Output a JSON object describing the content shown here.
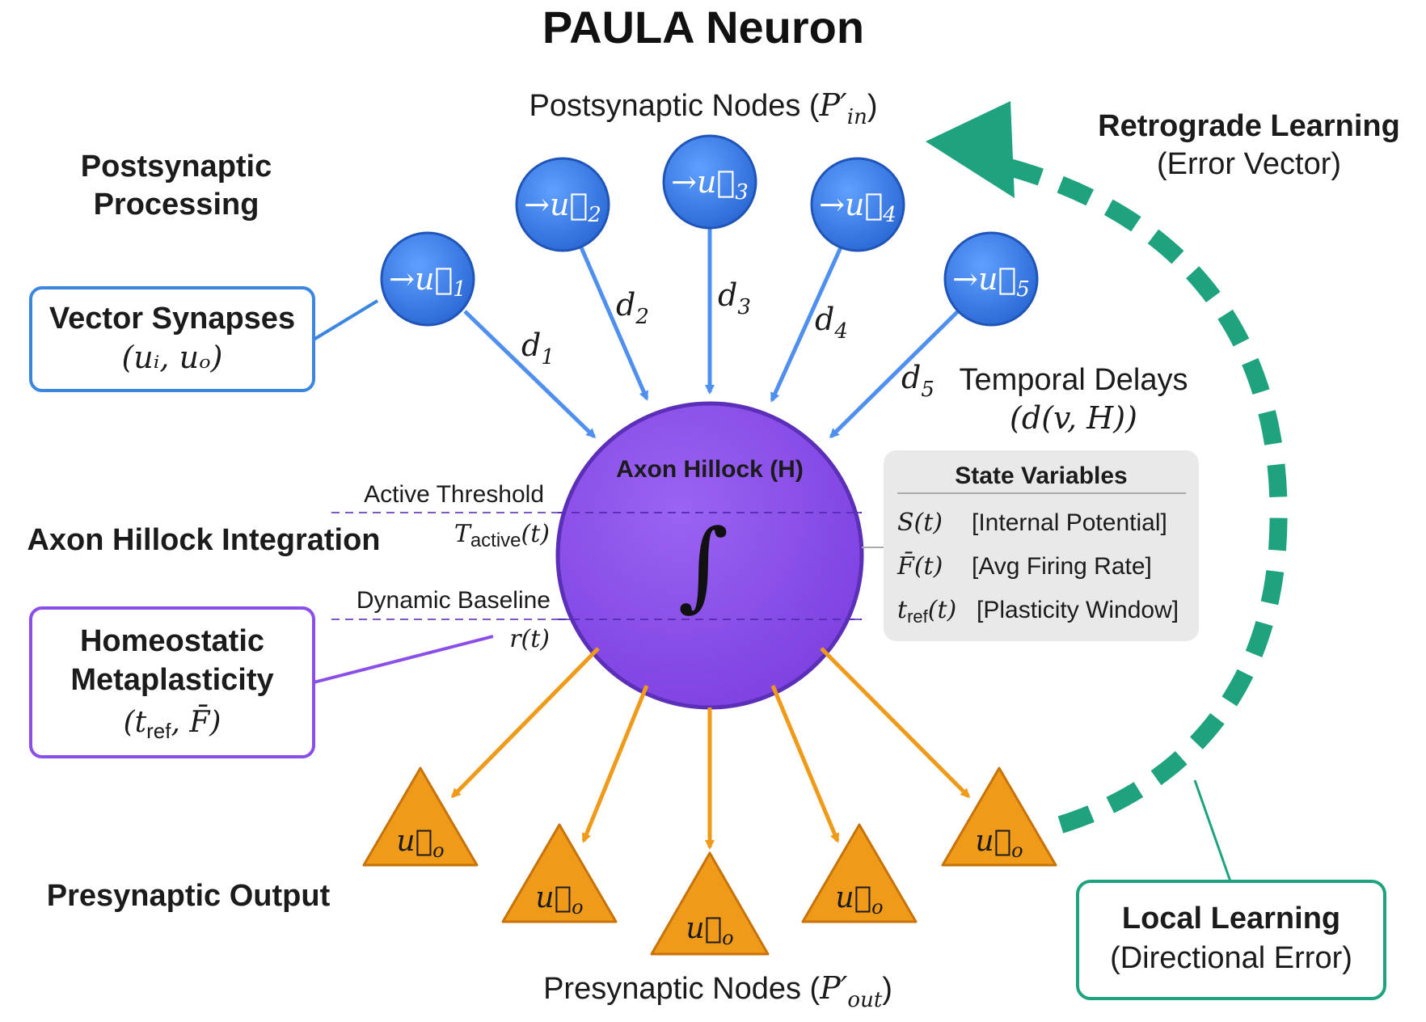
{
  "title": "PAULA Neuron",
  "colors": {
    "blue": "#2f6fd6",
    "blue_light": "#4f8ff0",
    "purple": "#8a4fe8",
    "purple_dark": "#5b2fb8",
    "orange": "#f09a1a",
    "orange_dark": "#c77308",
    "green": "#1ea37e",
    "grey": "#e7e7e7"
  },
  "labels": {
    "post_nodes_text": "Postsynaptic Nodes (",
    "post_nodes_math": "P′",
    "post_nodes_sub": "in",
    "post_nodes_close": ")",
    "post_processing_line1": "Postsynaptic",
    "post_processing_line2": "Processing",
    "retro_line1": "Retrograde Learning",
    "retro_line2": "(Error Vector)",
    "temporal_line1": "Temporal Delays",
    "temporal_line2": "(d(v, H))",
    "axon_integration": "Axon Hillock Integration",
    "active_threshold": "Active Threshold",
    "t_active_main": "T",
    "t_active_sub": "active",
    "t_active_arg": "(t)",
    "dynamic_baseline": "Dynamic Baseline",
    "r_t": "r(t)",
    "presyn_output": "Presynaptic Output",
    "presyn_nodes_text": "Presynaptic Nodes (",
    "presyn_nodes_math": "P′",
    "presyn_nodes_sub": "out",
    "presyn_nodes_close": ")"
  },
  "boxes": {
    "vector_synapses": {
      "title": "Vector Synapses",
      "math": "(uᵢ, uₒ)"
    },
    "homeostatic": {
      "line1": "Homeostatic",
      "line2": "Metaplasticity",
      "math": "(t",
      "math_sub": "ref",
      "math_end": ", F̄)"
    },
    "local_learning": {
      "line1": "Local Learning",
      "line2": "(Directional Error)"
    }
  },
  "hillock": {
    "title": "Axon Hillock (H)",
    "symbol": "∫"
  },
  "state_variables": {
    "header": "State Variables",
    "rows": [
      {
        "symbol": "S(t)",
        "desc": "[Internal Potential]"
      },
      {
        "symbol": "F̄(t)",
        "desc": "[Avg Firing Rate]"
      },
      {
        "symbol": "t",
        "symbol_sub": "ref",
        "symbol_tail": "(t)",
        "desc": "[Plasticity Window]"
      }
    ]
  },
  "input_nodes": [
    {
      "label": "→u⃗",
      "sub": "1",
      "delay": "d",
      "delay_sub": "1"
    },
    {
      "label": "→u⃗",
      "sub": "2",
      "delay": "d",
      "delay_sub": "2"
    },
    {
      "label": "→u⃗",
      "sub": "3",
      "delay": "d",
      "delay_sub": "3"
    },
    {
      "label": "→u⃗",
      "sub": "4",
      "delay": "d",
      "delay_sub": "4"
    },
    {
      "label": "→u⃗",
      "sub": "5",
      "delay": "d",
      "delay_sub": "5"
    }
  ],
  "output_nodes": [
    {
      "label": "u⃗",
      "sub": "o"
    },
    {
      "label": "u⃗",
      "sub": "o"
    },
    {
      "label": "u⃗",
      "sub": "o"
    },
    {
      "label": "u⃗",
      "sub": "o"
    },
    {
      "label": "u⃗",
      "sub": "o"
    }
  ]
}
